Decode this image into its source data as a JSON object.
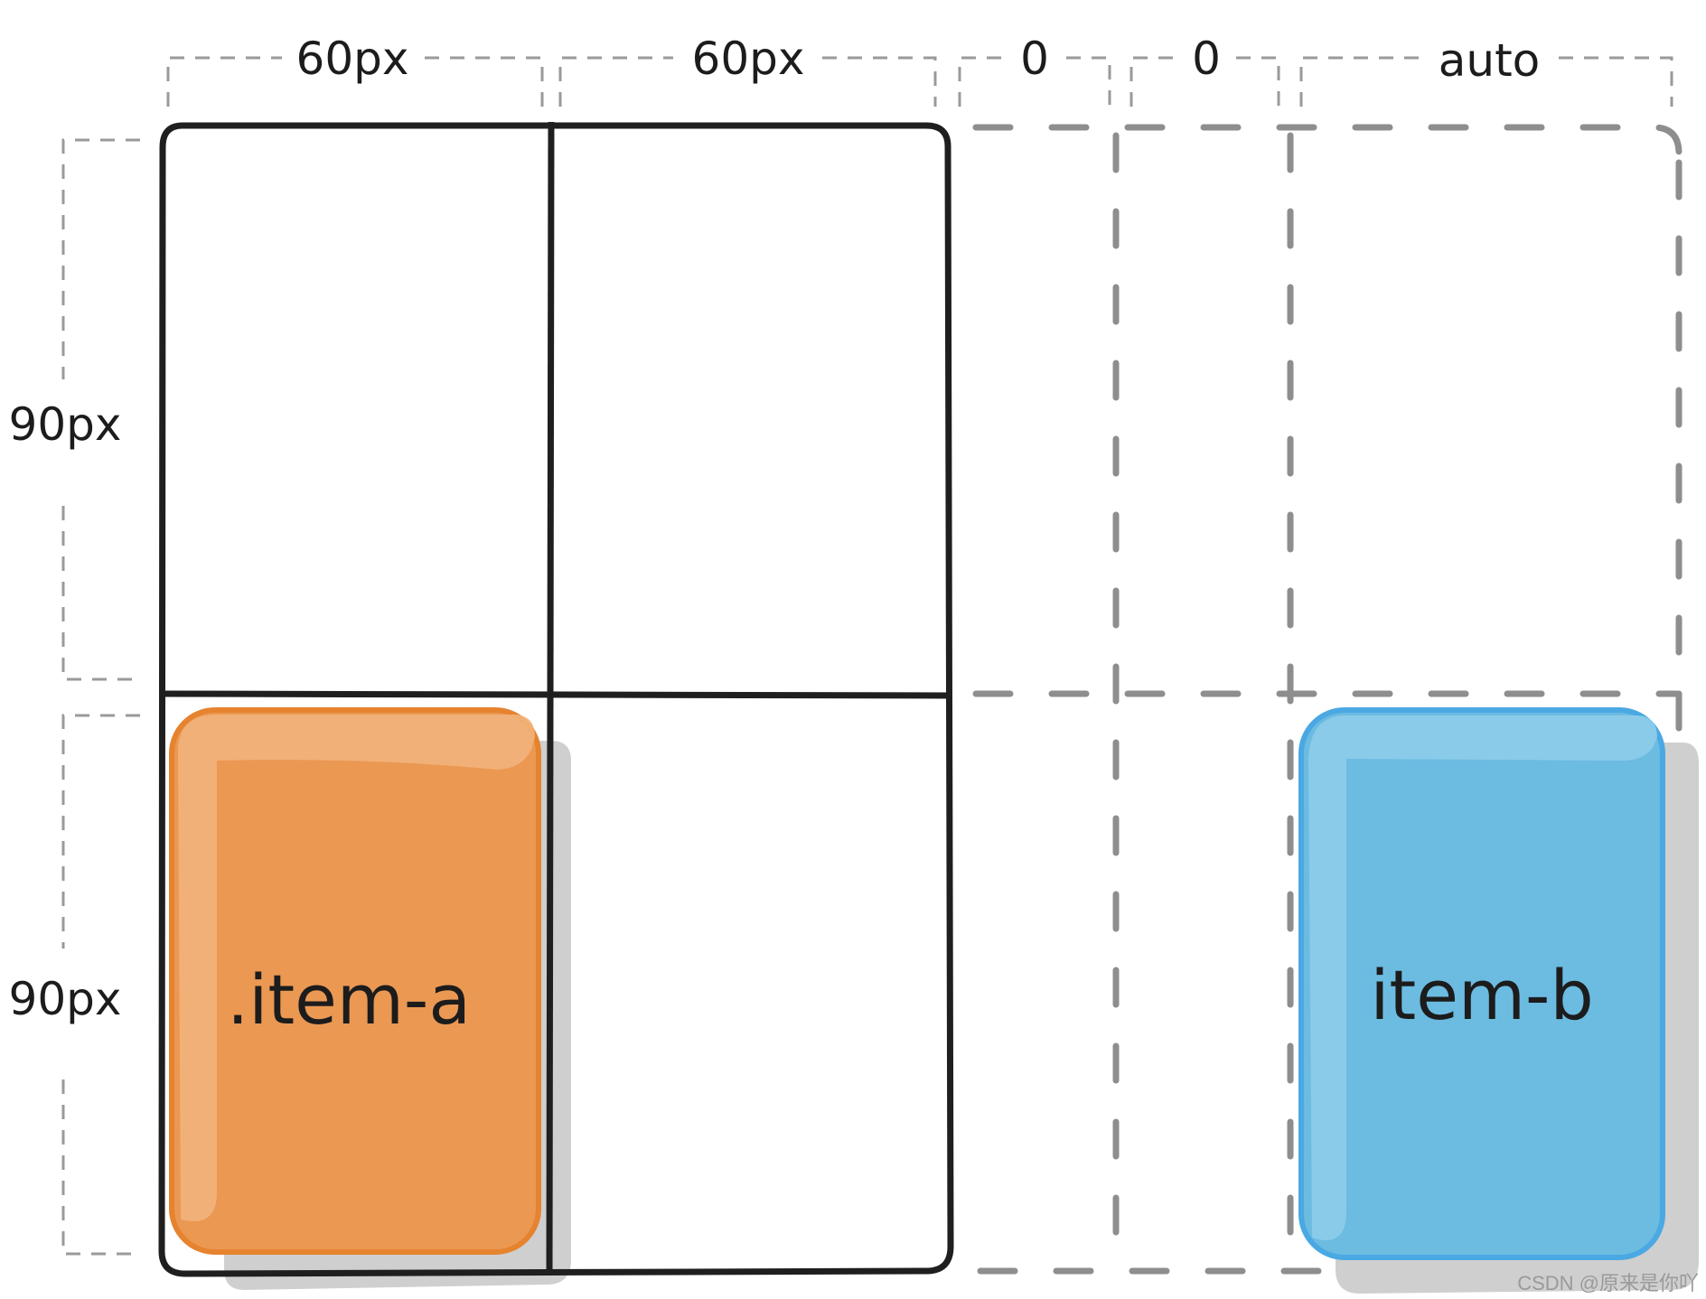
{
  "column_labels": [
    "60px",
    "60px",
    "0",
    "0",
    "auto"
  ],
  "row_labels": [
    "90px",
    "90px"
  ],
  "items": [
    {
      "label": ".item-a",
      "color": "#EB9853",
      "border": "#E6832F",
      "highlight": "#F2B27B"
    },
    {
      "label": "item-b",
      "color": "#6CBBE1",
      "border": "#4AA8E3",
      "highlight": "#8ECDEA"
    }
  ],
  "grid_stroke_color": "#1f1f1f",
  "implicit_stroke_color": "#8e8e8e",
  "dimension_line_color": "#9a9a9a",
  "shadow_color": "#cfcfcf",
  "watermark": "CSDN @原来是你吖"
}
